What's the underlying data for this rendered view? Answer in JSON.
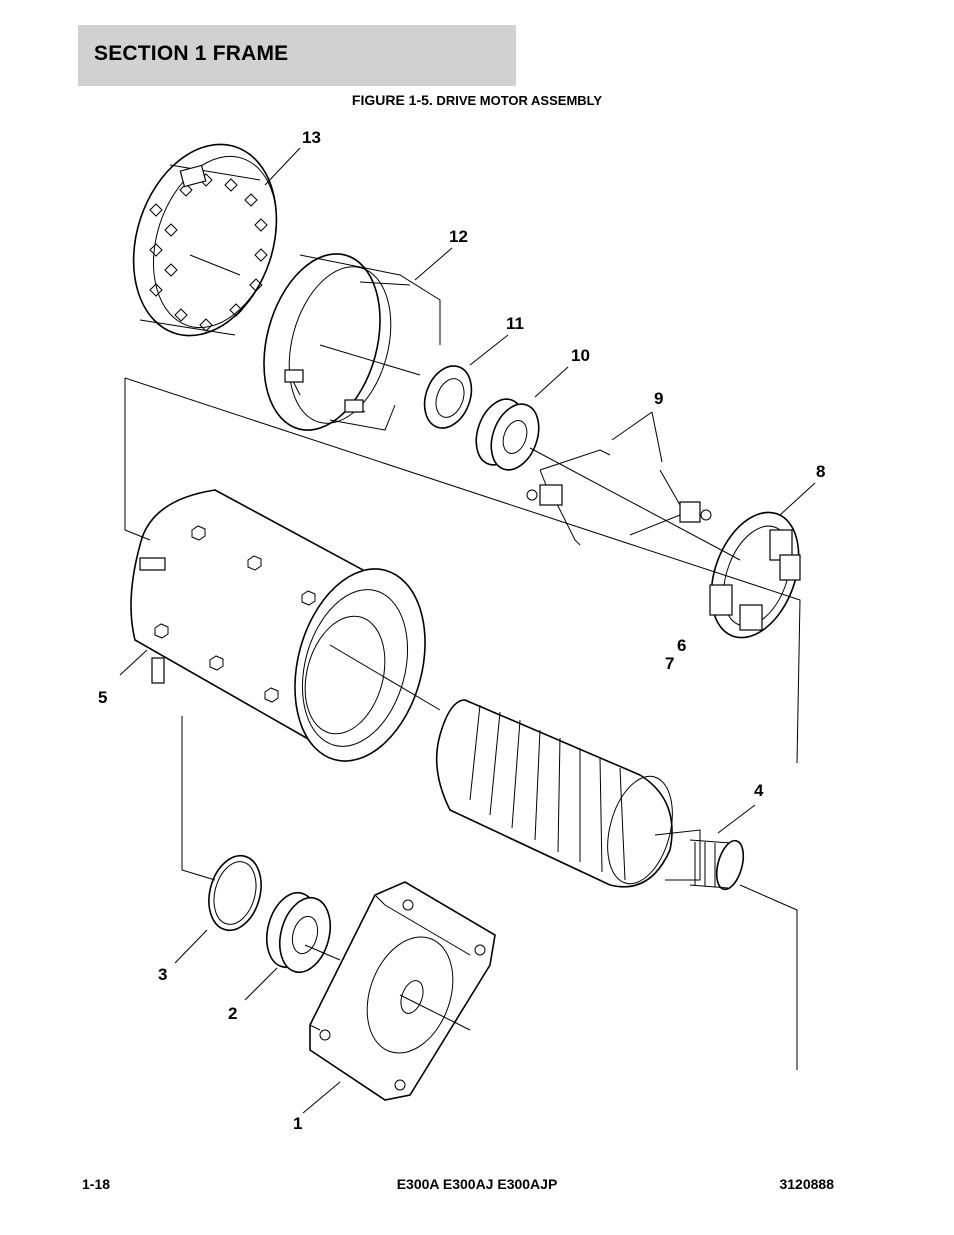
{
  "header": {
    "section_title": "SECTION 1  FRAME"
  },
  "figure": {
    "caption_lead": "FIGURE 1-5.",
    "caption_rest": " DRIVE MOTOR ASSEMBLY"
  },
  "callouts": [
    "13",
    "12",
    "11",
    "10",
    "9",
    "8",
    "6",
    "7",
    "5",
    "4",
    "3",
    "2",
    "1"
  ],
  "footer": {
    "page": "1-18",
    "models": "E300A E300AJ E300AJP",
    "part_number": "3120888"
  }
}
